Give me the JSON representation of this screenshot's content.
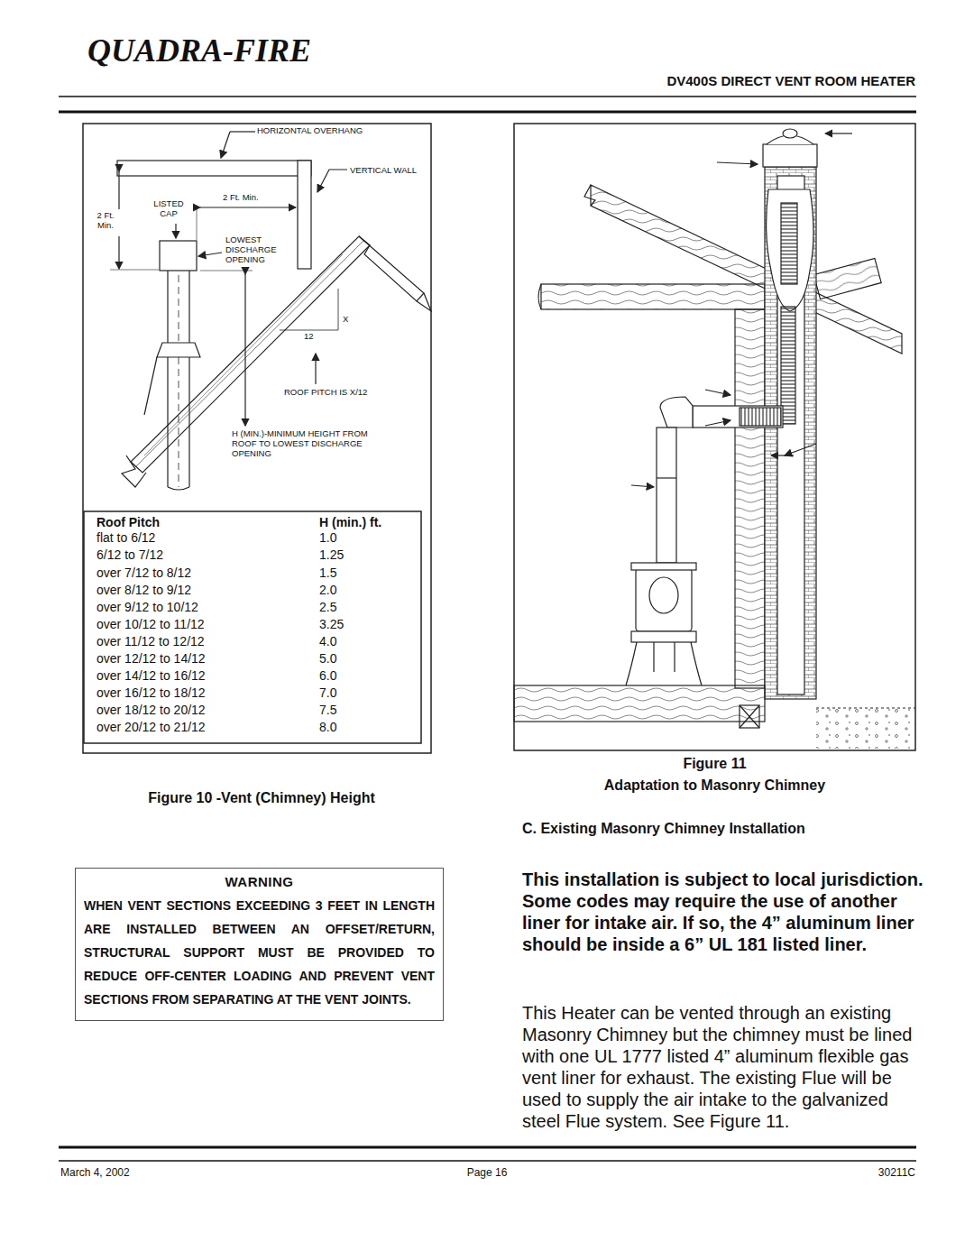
{
  "diagram": {
    "nodes": [
      {
        "text": [
          "WARNING",
          "WHEN VENT SECTIONS EXCEEDING 3 FEET IN LENGTH ARE INSTALLED BETWEEN AN OFFSET/RETURN, STRUCTURAL SUPPORT MUST BE PROVIDED TO REDUCE OFF-CENTER LOADING AND PREVENT VENT SECTIONS FROM SEPARATING AT THE VENT JOINTS."
        ]
      }
    ],
    "labels": [
      "QUADRA-FIRE",
      "DV400S DIRECT VENT ROOM HEATER",
      "HORIZONTAL OVERHANG",
      "VERTICAL WALL",
      "2 Ft. Min.",
      "LISTED CAP",
      "2 Ft. Min.",
      "LOWEST DISCHARGE OPENING",
      "X",
      "12",
      "ROOF PITCH IS X/12",
      "H (MIN.)-MINIMUM HEIGHT FROM ROOF TO LOWEST DISCHARGE OPENING",
      "Roof Pitch",
      "H (min.) ft.",
      "flat to 6/12",
      "1.0",
      "6/12 to 7/12",
      "1.25",
      "over 7/12 to 8/12",
      "1.5",
      "over 8/12 to 9/12",
      "2.0",
      "over 9/12 to 10/12",
      "2.5",
      "over 10/12 to 11/12",
      "3.25",
      "over 11/12 to 12/12",
      "4.0",
      "over 12/12 to 14/12",
      "5.0",
      "over 14/12 to 16/12",
      "6.0",
      "over 16/12 to 18/12",
      "7.0",
      "over 18/12 to 20/12",
      "7.5",
      "over 20/12 to 21/12",
      "8.0",
      "Figure 10 -Vent (Chimney) Height",
      "Figure 11",
      "Adaptation to Masonry Chimney",
      "C. Existing Masonry Chimney Installation",
      "This installation is subject to local jurisdiction. Some codes may require the use of another liner for intake air. If so, the 4” aluminum liner should be inside a 6” UL 181 listed liner.",
      "This Heater can be vented through an existing Masonry Chimney but the chimney must be lined with one UL 1777 listed 4” aluminum flexible gas vent liner for exhaust. The existing Flue will be used to supply the air intake to the galvanized steel Flue system. See Figure 11.",
      "March 4, 2002",
      "Page 16",
      "30211C"
    ]
  }
}
